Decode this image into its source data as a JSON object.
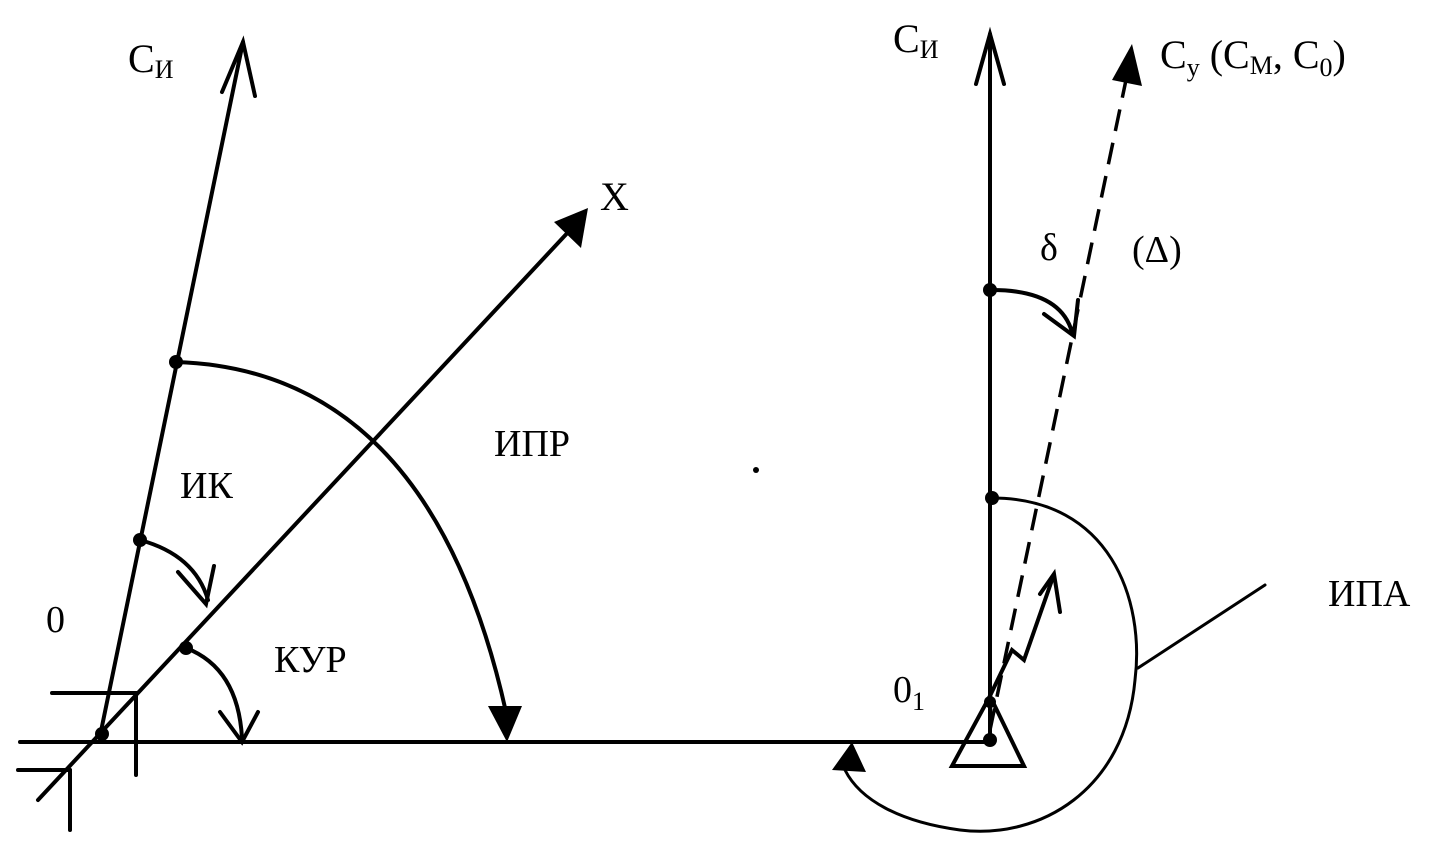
{
  "labels": {
    "north_true_left": "С",
    "north_true_left_sub": "И",
    "north_true_right": "С",
    "north_true_right_sub": "И",
    "north_other": "С",
    "north_other_sub": "у",
    "north_other_paren_open": " (С",
    "north_other_m": "М",
    "north_other_comma": ", С",
    "north_other_zero": "0",
    "north_other_paren_close": ")",
    "axis_x": "X",
    "ik": "ИК",
    "ipr": "ИПР",
    "kur": "КУР",
    "ipa": "ИПА",
    "origin": "0",
    "origin_right": "0",
    "origin_right_sub": "1",
    "delta": "δ",
    "delta_paren": "(Δ)"
  },
  "colors": {
    "ink": "#000000",
    "paper": "#ffffff"
  }
}
